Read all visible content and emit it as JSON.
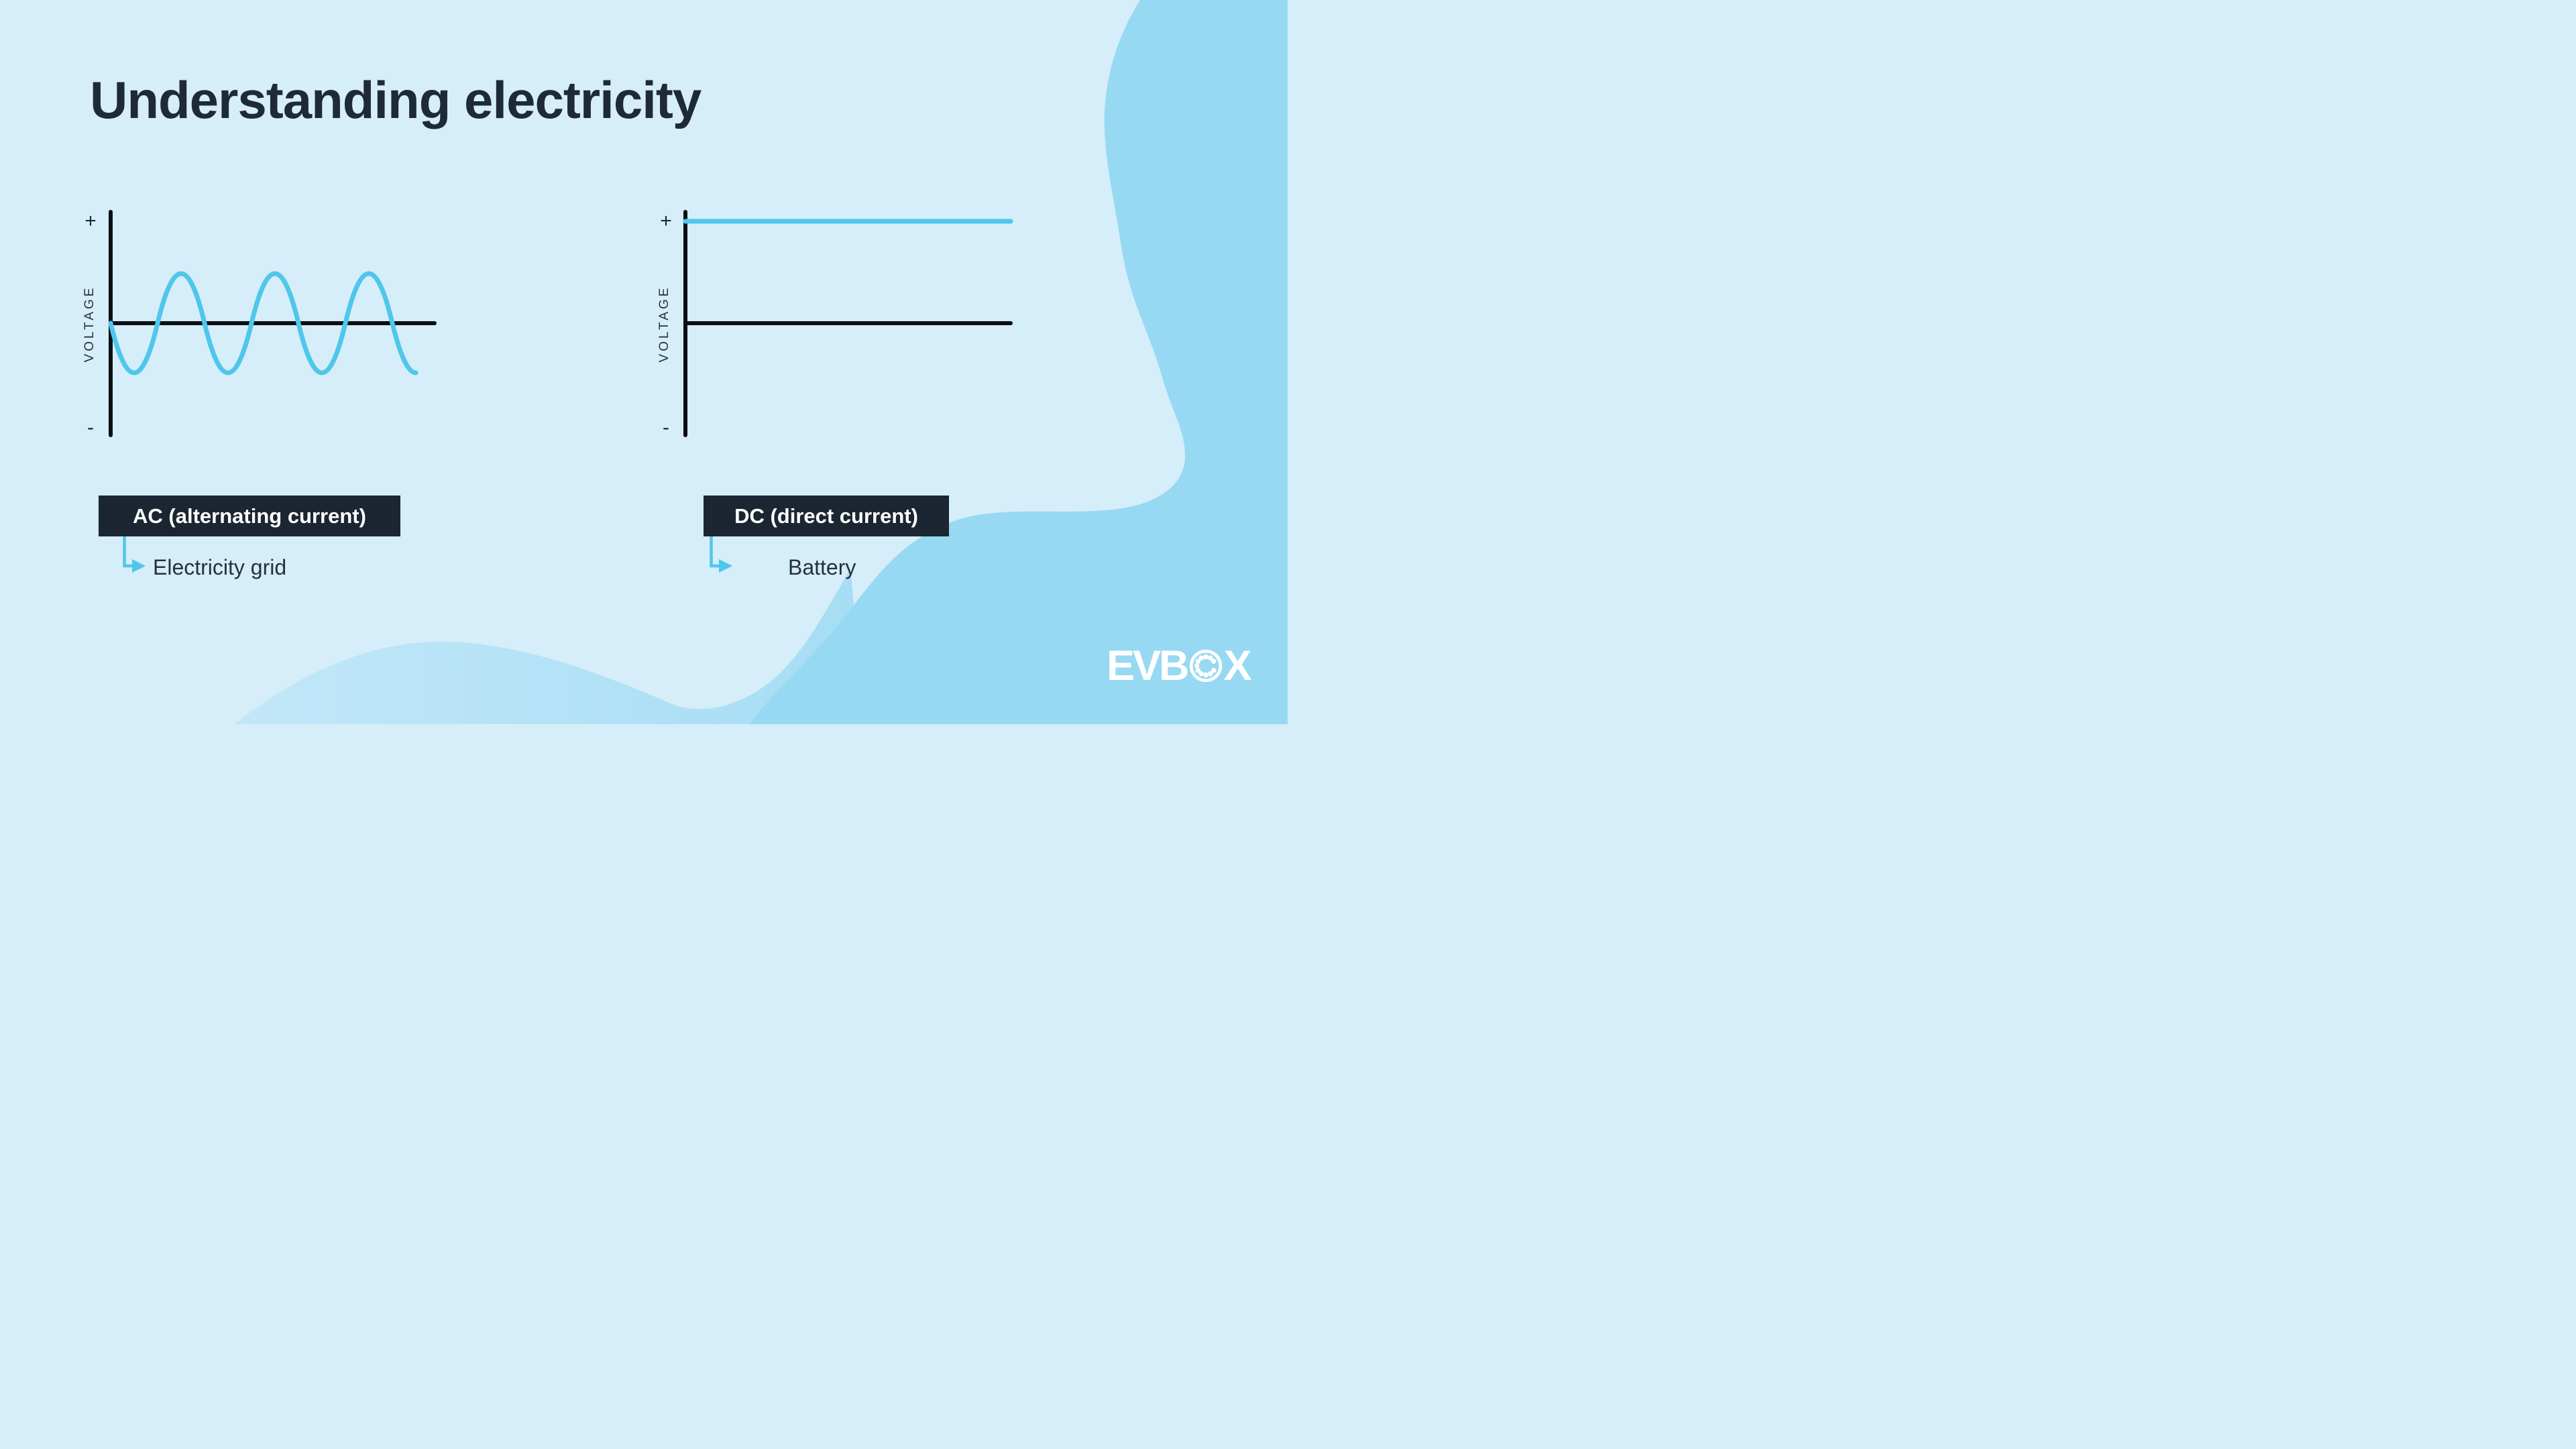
{
  "title": "Understanding electricity",
  "colors": {
    "bg": "#D6EDFA",
    "blob": "#97D9F3",
    "wave1": "#C2E7F8",
    "wave2": "#A6DDF4",
    "accent": "#4EC7EB",
    "ink": "#1E2A36",
    "box": "#1B2632",
    "boxText": "#FFFFFF",
    "axis": "#0B0F14",
    "label": "#243140",
    "logo": "#FFFFFF"
  },
  "charts": {
    "ac": {
      "plus": "+",
      "minus": "-",
      "axis_label": "VOLTAGE",
      "box_label": "AC (alternating current)",
      "target_label": "Electricity grid"
    },
    "dc": {
      "plus": "+",
      "minus": "-",
      "axis_label": "VOLTAGE",
      "box_label": "DC (direct current)",
      "target_label": "Battery"
    }
  },
  "logo": {
    "left": "EVB",
    "right": "X"
  },
  "chart_data": [
    {
      "type": "line",
      "title": "AC (alternating current)",
      "ylabel": "VOLTAGE",
      "y_axis_ticks": [
        "+",
        "-"
      ],
      "x_axis": "time (unlabeled)",
      "series": [
        {
          "name": "AC voltage",
          "shape": "sine",
          "starts_at": "zero crossing on y-axis, heading negative",
          "peaks": 3,
          "troughs": 4,
          "cycles": 3.25,
          "ends_at": "trough (negative peak)",
          "amplitude_relative_to_half_axis": 0.45
        }
      ],
      "annotation": "Electricity grid",
      "grid": false,
      "legend": false
    },
    {
      "type": "line",
      "title": "DC (direct current)",
      "ylabel": "VOLTAGE",
      "y_axis_ticks": [
        "+",
        "-"
      ],
      "x_axis": "time (unlabeled)",
      "series": [
        {
          "name": "DC voltage",
          "shape": "constant",
          "level": "maximum positive (+), flat for full axis width"
        }
      ],
      "annotation": "Battery",
      "grid": false,
      "legend": false
    }
  ]
}
